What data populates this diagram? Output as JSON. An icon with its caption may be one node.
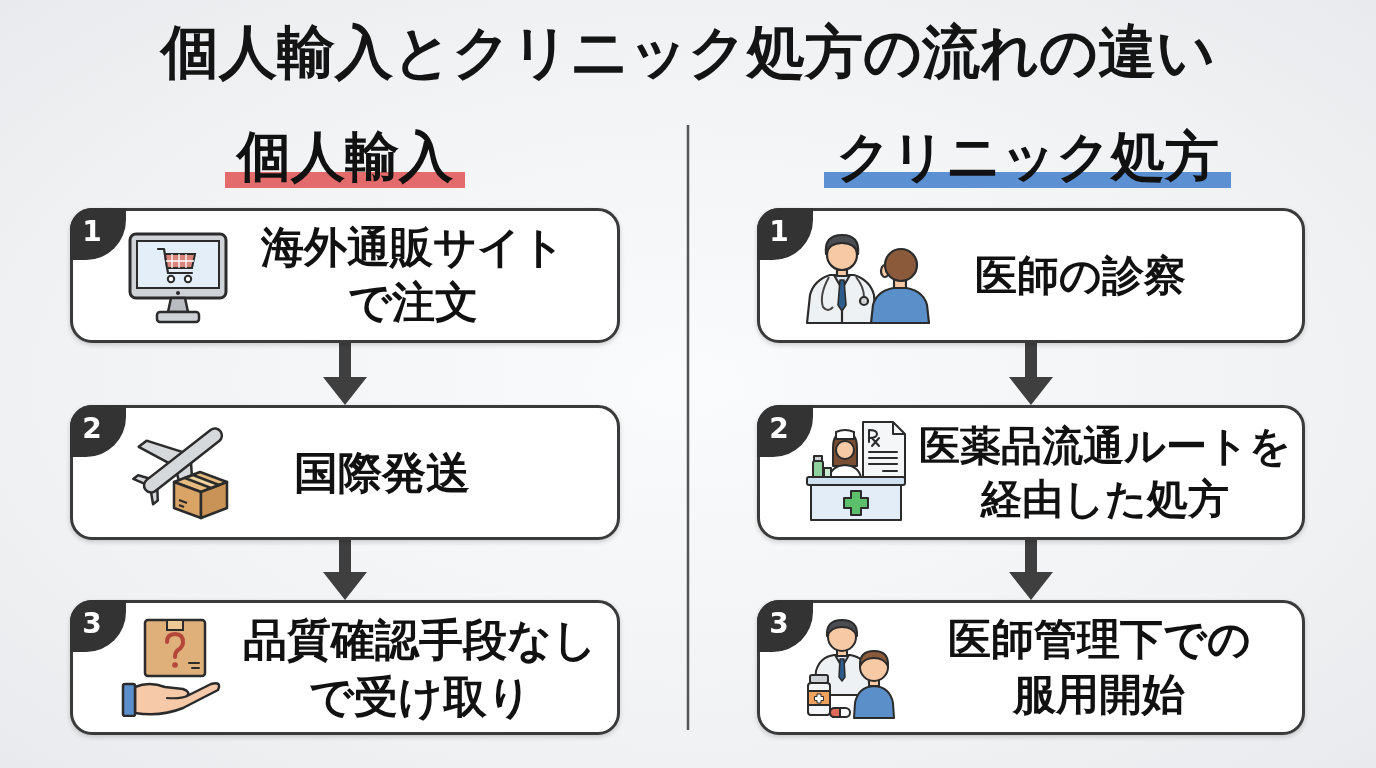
{
  "diagram": {
    "title": "個人輸入とクリニック処方の流れの違い",
    "nodes": [
      {
        "text": [
          "1",
          "海外通販サイトで注文"
        ]
      },
      {
        "text": [
          "2",
          "国際発送"
        ]
      },
      {
        "text": [
          "3",
          "品質確認手段なしで受け取り"
        ]
      },
      {
        "text": [
          "1",
          "医師の診察"
        ]
      },
      {
        "text": [
          "2",
          "医薬品流通ルートを経由した処方"
        ]
      },
      {
        "text": [
          "3",
          "医師管理下での服用開始"
        ]
      }
    ],
    "edges": [
      {
        "from": 0,
        "to": 1,
        "arrow": "to"
      },
      {
        "from": 1,
        "to": 2,
        "arrow": "to"
      },
      {
        "from": 3,
        "to": 4,
        "arrow": "to"
      },
      {
        "from": 4,
        "to": 5,
        "arrow": "to"
      }
    ],
    "labels": [
      "個人輸入",
      "クリニック処方"
    ]
  }
}
